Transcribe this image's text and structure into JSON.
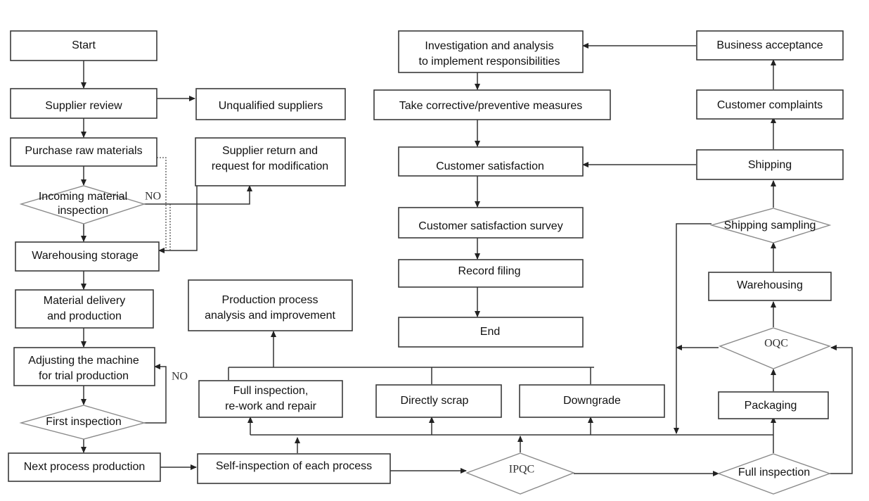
{
  "nodes": {
    "start": "Start",
    "supplier_review": "Supplier review",
    "unqualified_suppliers": "Unqualified suppliers",
    "purchase_raw_materials": "Purchase raw materials",
    "supplier_return": [
      "Supplier return and",
      "request for modification"
    ],
    "incoming_inspection": [
      "Incoming material",
      "inspection"
    ],
    "warehousing_storage": "Warehousing storage",
    "material_delivery": [
      "Material delivery",
      "and production"
    ],
    "adjusting_machine": [
      "Adjusting the machine",
      "for trial production"
    ],
    "first_inspection": "First inspection",
    "next_process": "Next process production",
    "self_inspection": "Self-inspection of each process",
    "ipqc": "IPQC",
    "full_inspection_bottom": "Full inspection",
    "production_analysis": [
      "Production process",
      "analysis and improvement"
    ],
    "full_inspection_rework": [
      "Full inspection,",
      "re-work and repair"
    ],
    "directly_scrap": "Directly scrap",
    "downgrade": "Downgrade",
    "investigation": [
      "Investigation and analysis",
      "to implement responsibilities"
    ],
    "corrective_measures": "Take corrective/preventive measures",
    "customer_satisfaction": "Customer satisfaction",
    "satisfaction_survey": "Customer satisfaction survey",
    "record_filing": "Record filing",
    "end": "End",
    "business_acceptance": "Business acceptance",
    "customer_complaints": "Customer complaints",
    "shipping": "Shipping",
    "shipping_sampling": "Shipping sampling",
    "warehousing": "Warehousing",
    "oqc": "OQC",
    "packaging": "Packaging"
  },
  "labels": {
    "no_incoming": "NO",
    "no_first": "NO"
  }
}
